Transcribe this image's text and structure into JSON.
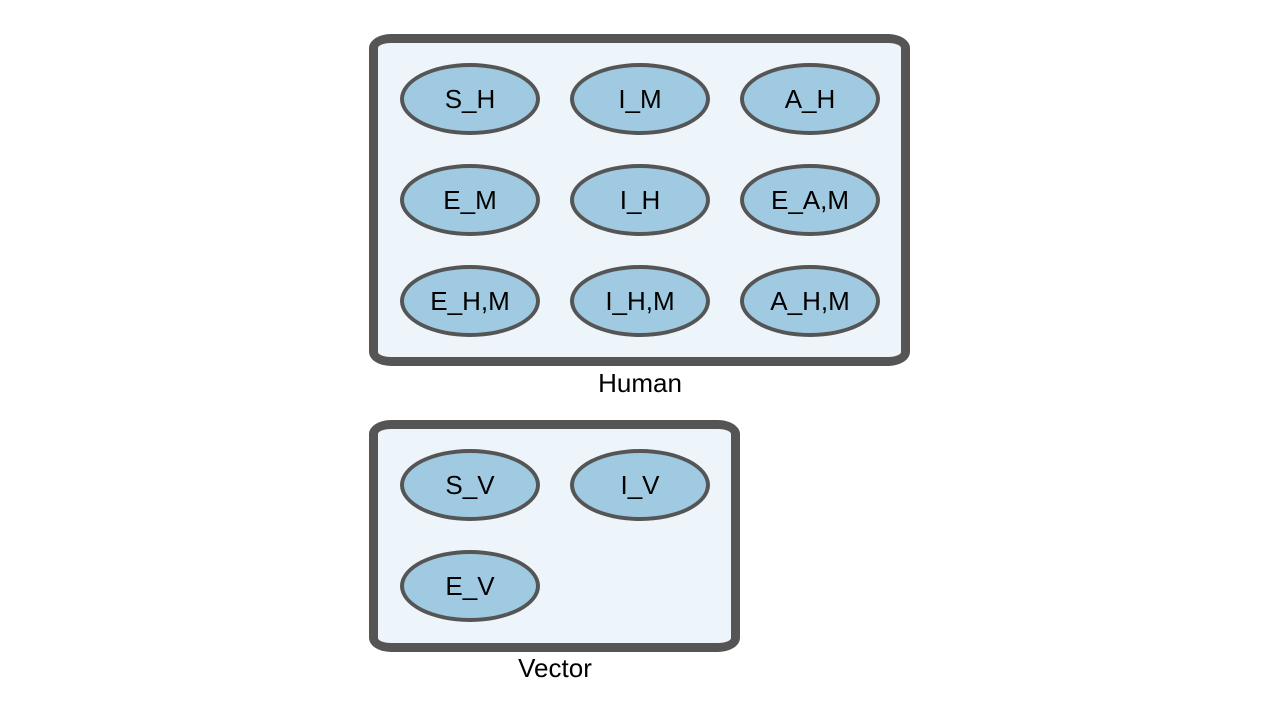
{
  "groups": {
    "human": {
      "label": "Human",
      "nodes": [
        "S_H",
        "I_M",
        "A_H",
        "E_M",
        "I_H",
        "E_A,M",
        "E_H,M",
        "I_H,M",
        "A_H,M"
      ]
    },
    "vector": {
      "label": "Vector",
      "nodes": [
        "S_V",
        "I_V",
        "E_V"
      ]
    }
  },
  "colors": {
    "border": "#555555",
    "group_fill": "#edf4fa",
    "node_fill": "#9fcae1"
  }
}
